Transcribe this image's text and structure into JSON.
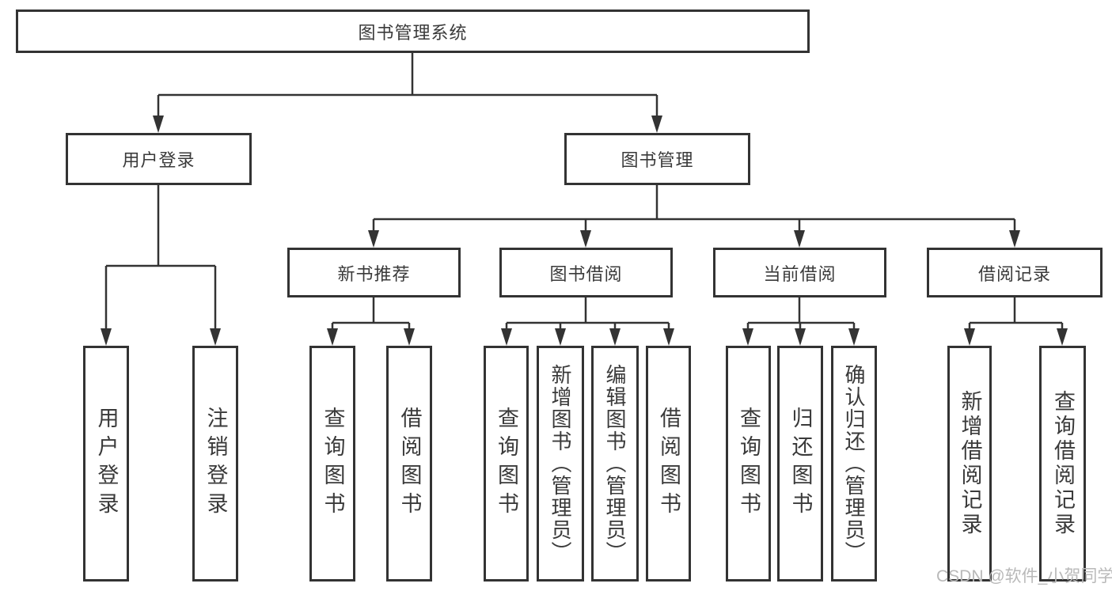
{
  "diagram": {
    "root": {
      "label": "图书管理系统"
    },
    "level2": [
      {
        "label": "用户登录"
      },
      {
        "label": "图书管理"
      }
    ],
    "level3": [
      {
        "label": "新书推荐"
      },
      {
        "label": "图书借阅"
      },
      {
        "label": "当前借阅"
      },
      {
        "label": "借阅记录"
      }
    ],
    "leaves": [
      {
        "label": "用户登录"
      },
      {
        "label": "注销登录"
      },
      {
        "label": "查询图书"
      },
      {
        "label": "借阅图书"
      },
      {
        "label": "查询图书"
      },
      {
        "label": "新增图书（管理员）"
      },
      {
        "label": "编辑图书（管理员）"
      },
      {
        "label": "借阅图书"
      },
      {
        "label": "查询图书"
      },
      {
        "label": "归还图书"
      },
      {
        "label": "确认归还（管理员）"
      },
      {
        "label": "新增借阅记录"
      },
      {
        "label": "查询借阅记录"
      }
    ],
    "watermark": "CSDN @软件_小贺同学",
    "colors": {
      "line": "#333333",
      "text": "#3a3a3a",
      "watermark_text": "#b9b9b9",
      "background": "#ffffff"
    }
  }
}
